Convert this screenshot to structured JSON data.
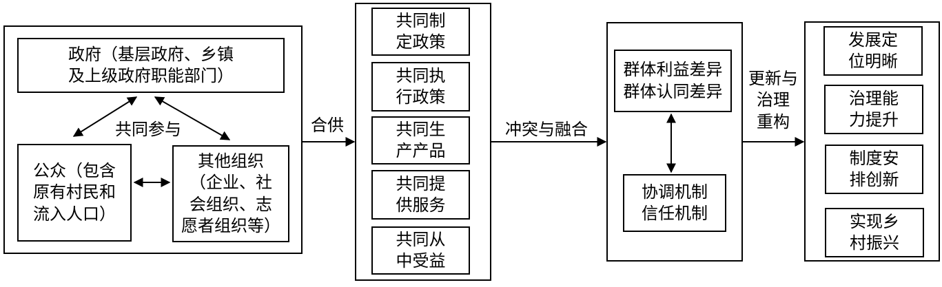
{
  "participants": {
    "government": "政府（基层政府、乡镇\n及上级政府职能部门）",
    "joint_label": "共同参与",
    "public": "公众（包含\n原有村民和\n流入人口）",
    "other_orgs": "其他组织\n（企业、社\n会组织、志\n愿者组织等）"
  },
  "flow_labels": {
    "co_supply": "合供",
    "conflict_fusion": "冲突与融合",
    "renewal_governance": "更新与\n治理\n重构"
  },
  "co_actions": [
    "共同制\n定政策",
    "共同执\n行政策",
    "共同生\n产产品",
    "共同提\n供服务",
    "共同从\n中受益"
  ],
  "mechanisms": {
    "differences": "群体利益差异\n群体认同差异",
    "mechanisms": "协调机制\n信任机制"
  },
  "outcomes": [
    "发展定\n位明晰",
    "治理能\n力提升",
    "制度安\n排创新",
    "实现乡\n村振兴"
  ]
}
